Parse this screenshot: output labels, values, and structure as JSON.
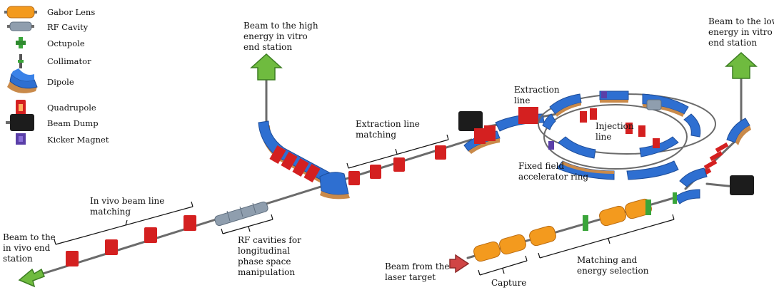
{
  "legend": {
    "gabor_lens": "Gabor Lens",
    "rf_cavity": "RF Cavity",
    "octupole": "Octupole",
    "collimator": "Collimator",
    "dipole": "Dipole",
    "quadrupole": "Quadrupole",
    "beam_dump": "Beam Dump",
    "kicker_magnet": "Kicker Magnet"
  },
  "labels": {
    "high_energy_1": "Beam to the high",
    "high_energy_2": "energy in vitro",
    "high_energy_3": "end station",
    "low_energy_1": "Beam to the low",
    "low_energy_2": "energy in vitro",
    "low_energy_3": "end station",
    "extraction_line_1": "Extraction",
    "extraction_line_2": "line",
    "extraction_matching_1": "Extraction line",
    "extraction_matching_2": "matching",
    "injection_1": "Injection",
    "injection_2": "line",
    "ffa_1": "Fixed field",
    "ffa_2": "accelerator ring",
    "in_vivo_matching_1": "In vivo beam line",
    "in_vivo_matching_2": "matching",
    "in_vivo_end_1": "Beam to the",
    "in_vivo_end_2": "in vivo end",
    "in_vivo_end_3": "station",
    "rf_1": "RF cavities for",
    "rf_2": "longitudinal",
    "rf_3": "phase space",
    "rf_4": "manipulation",
    "laser_1": "Beam from the",
    "laser_2": "laser target",
    "capture": "Capture",
    "matching_sel_1": "Matching and",
    "matching_sel_2": "energy selection"
  },
  "colors": {
    "gabor_lens": "#f39a1e",
    "rf_cavity": "#8f9eae",
    "octupole": "#3aa53a",
    "dipole": "#2e6fd1",
    "dipole_base": "#c98a4a",
    "quadrupole": "#d42020",
    "beam_dump": "#1c1c1c",
    "kicker_magnet": "#5a3fa8",
    "beam_pipe": "#6b6b6b",
    "arrow_green": "#6fbb3f",
    "arrow_red": "#d04545"
  }
}
